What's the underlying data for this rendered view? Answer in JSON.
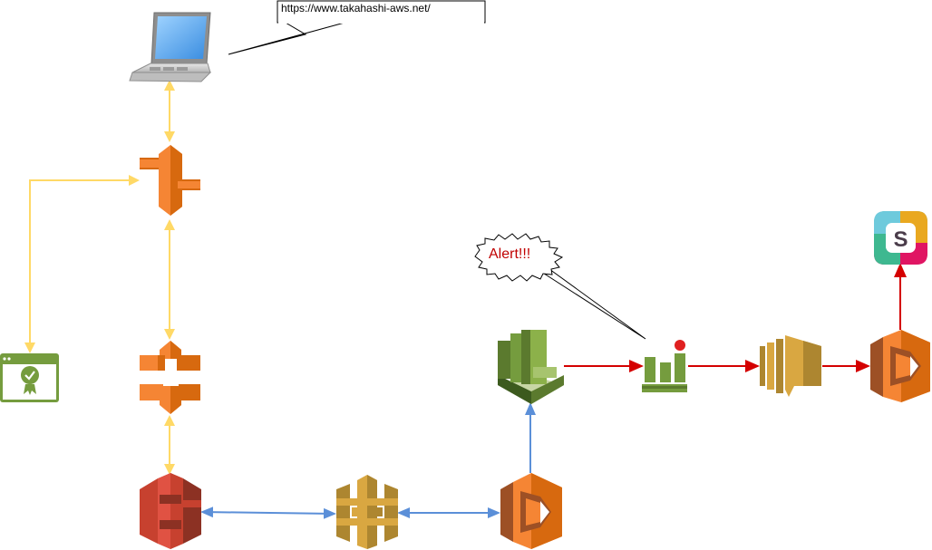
{
  "url_callout": {
    "text": "https://www.takahashi-aws.net/"
  },
  "alert_callout": {
    "text": "Alert!!!"
  },
  "nodes": [
    {
      "id": "laptop",
      "icon": "laptop-icon"
    },
    {
      "id": "cloudfront",
      "icon": "aws-cloudfront-icon"
    },
    {
      "id": "certificate-manager",
      "icon": "aws-certificate-manager-icon"
    },
    {
      "id": "s3-bucket",
      "icon": "aws-s3-icon"
    },
    {
      "id": "s3-storage",
      "icon": "aws-s3-storage-icon"
    },
    {
      "id": "api-gateway",
      "icon": "aws-api-gateway-icon"
    },
    {
      "id": "lambda-api",
      "icon": "aws-lambda-icon"
    },
    {
      "id": "cloudwatch",
      "icon": "aws-cloudwatch-icon"
    },
    {
      "id": "cloudwatch-alarm",
      "icon": "aws-cloudwatch-alarm-icon"
    },
    {
      "id": "sns",
      "icon": "aws-sns-icon"
    },
    {
      "id": "lambda-notify",
      "icon": "aws-lambda-icon"
    },
    {
      "id": "slack",
      "icon": "slack-icon"
    }
  ],
  "colors": {
    "content_flow": "#FFD966",
    "api_flow": "#5B8FD8",
    "alert_flow": "#D40000",
    "aws_orange": "#F58534",
    "aws_orange_dark": "#D7690F",
    "aws_red": "#E05243",
    "aws_gold": "#D9A741",
    "aws_green": "#759C3E"
  }
}
